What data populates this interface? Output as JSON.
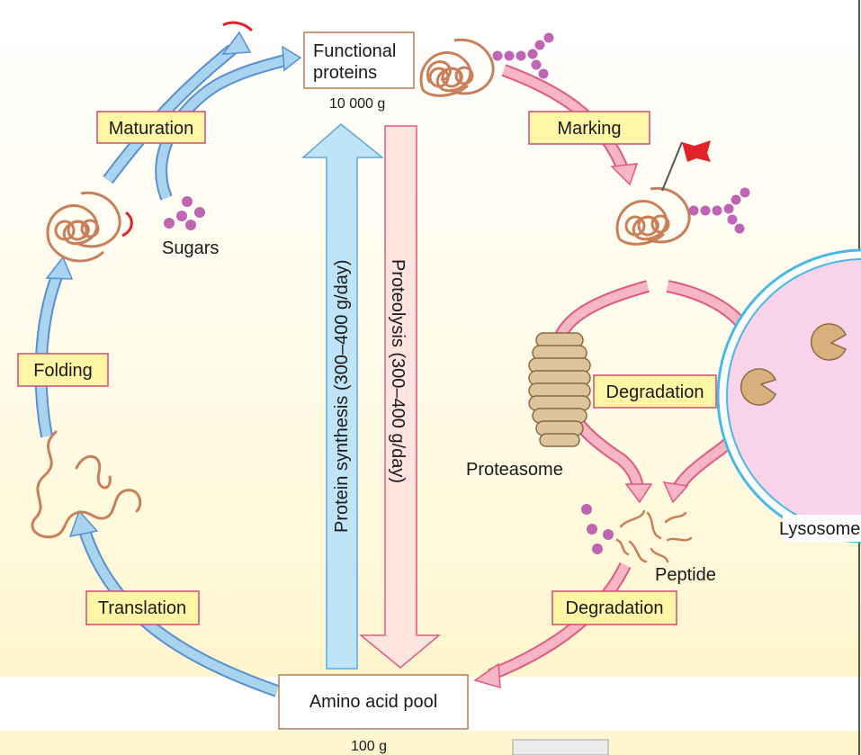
{
  "top_box": {
    "line1": "Functional",
    "line2": "proteins",
    "mass": "10 000 g"
  },
  "bottom_box": {
    "label": "Amino acid pool",
    "mass": "100 g"
  },
  "steps": {
    "maturation": "Maturation",
    "folding": "Folding",
    "translation": "Translation",
    "marking": "Marking",
    "degradation_mid": "Degradation",
    "degradation_bottom": "Degradation"
  },
  "labels": {
    "sugars": "Sugars",
    "proteasome": "Proteasome",
    "lysosome": "Lysosome",
    "peptide": "Peptide"
  },
  "vertical": {
    "synthesis": "Protein synthesis (300–400  g/day)",
    "proteolysis": "Proteolysis  (300–400  g/day)"
  },
  "colors": {
    "blue_arrow": "#a8d4f0",
    "blue_stroke": "#5a8fd0",
    "pink_arrow": "#f6b6c6",
    "pink_stroke": "#e05a80",
    "label_fill": "#fff6a6",
    "label_stroke": "#d34a78",
    "protein": "#c7805a",
    "sugar": "#c064b4",
    "lysosome_fill": "#f8d3ea",
    "lysosome_ring": "#49b8e6",
    "flag": "#e0242a",
    "background": "#fff8d8"
  }
}
